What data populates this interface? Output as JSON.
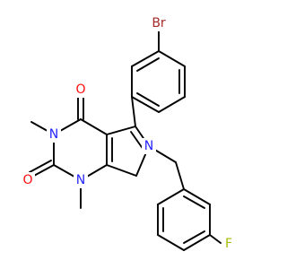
{
  "molecule": {
    "colors": {
      "bond": "#000000",
      "N": "#2424ff",
      "O": "#ff0d0d",
      "Br": "#a62929",
      "F": "#a6ba00",
      "background": "#ffffff"
    },
    "atoms": [
      {
        "id": "a-br",
        "symbol": "Br",
        "label": "Br"
      },
      {
        "id": "a-o1",
        "symbol": "O",
        "label": "O"
      },
      {
        "id": "a-n3",
        "symbol": "N",
        "label": "N"
      },
      {
        "id": "a-o2",
        "symbol": "O",
        "label": "O"
      },
      {
        "id": "a-n1",
        "symbol": "N",
        "label": "N"
      },
      {
        "id": "a-n6",
        "symbol": "N",
        "label": "N"
      },
      {
        "id": "a-f",
        "symbol": "F",
        "label": "F"
      }
    ]
  }
}
